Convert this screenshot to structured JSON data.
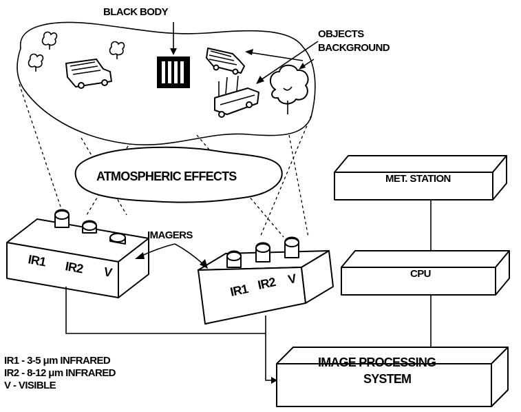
{
  "scene": {
    "black_body_label": "BLACK BODY",
    "objects_label": "OBJECTS",
    "background_label": "BACKGROUND"
  },
  "atmosphere": {
    "label": "ATMOSPHERIC EFFECTS"
  },
  "imagers": {
    "label": "IMAGERS",
    "left": {
      "ir1": "IR1",
      "ir2": "IR2",
      "v": "V"
    },
    "right": {
      "ir1": "IR1",
      "ir2": "IR2",
      "v": "V"
    }
  },
  "pipeline": {
    "met_station": "MET. STATION",
    "cpu": "CPU",
    "image_processing_line1": "IMAGE PROCESSING",
    "image_processing_line2": "SYSTEM"
  },
  "legend": {
    "line1": "IR1 - 3-5 μm INFRARED",
    "line2": "IR2  - 8-12 μm INFRARED",
    "line3": "V - VISIBLE"
  }
}
